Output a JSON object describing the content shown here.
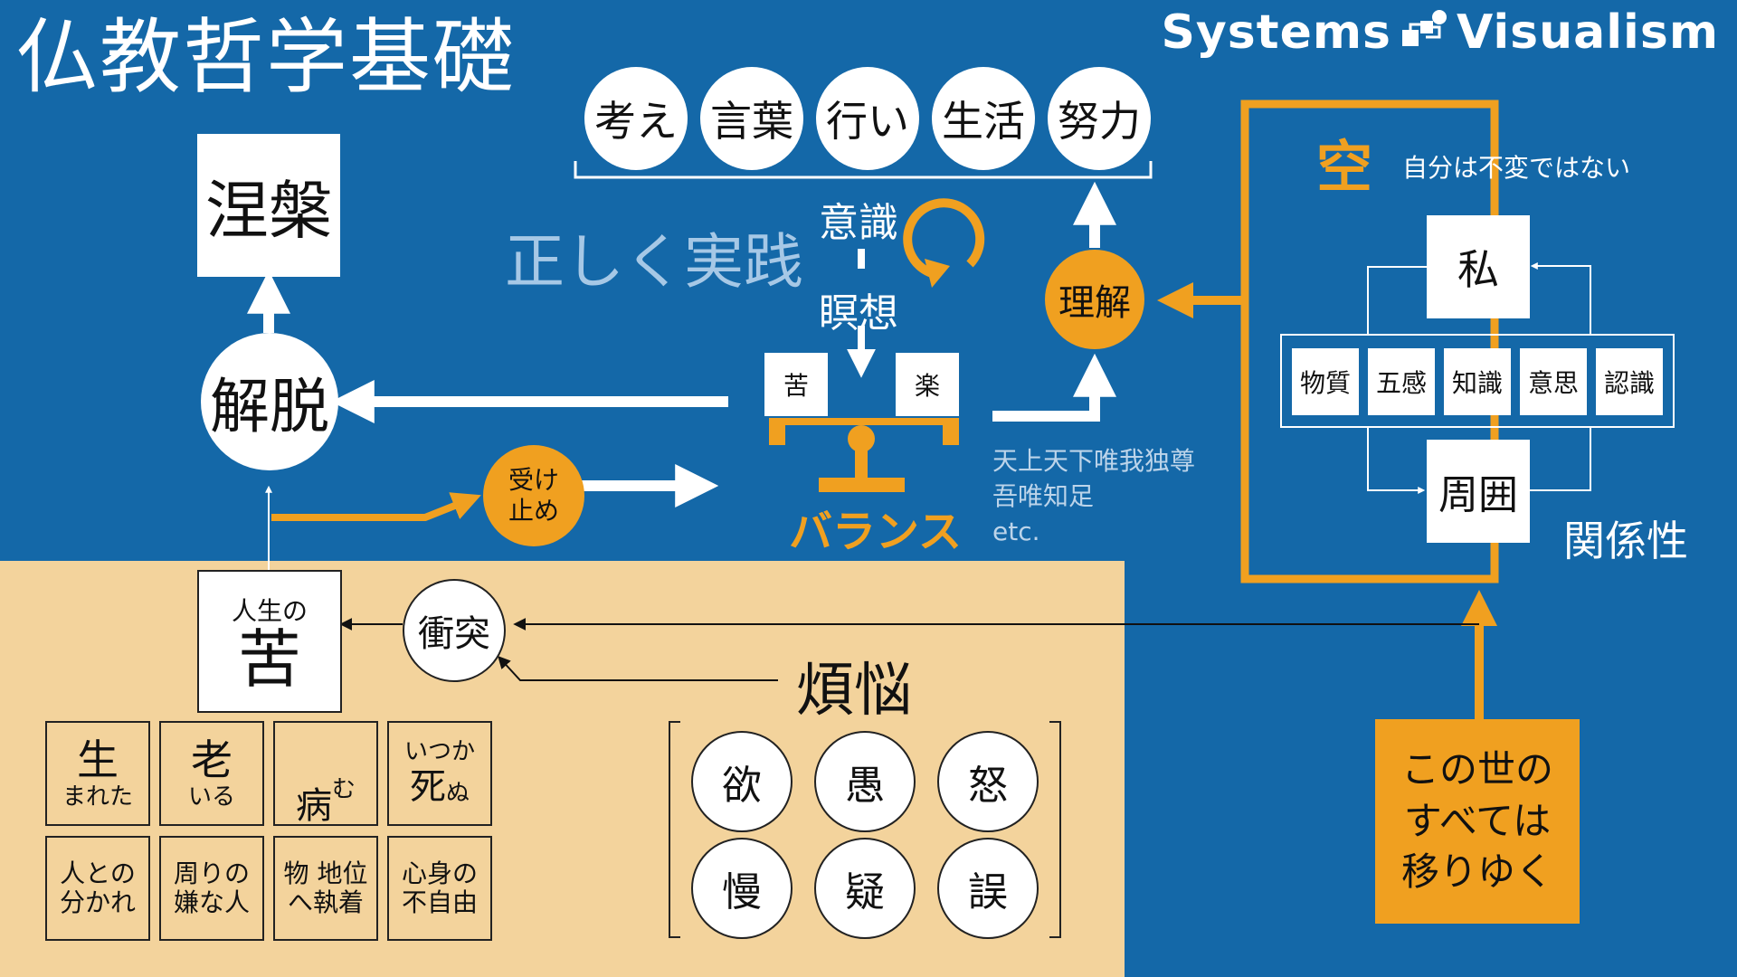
{
  "title": "仏教哲学基礎",
  "brand": {
    "left": "Systems",
    "right": "Visualism"
  },
  "practice": {
    "circles": [
      "考え",
      "言葉",
      "行い",
      "生活",
      "努力"
    ],
    "heading": "正しく実践",
    "awareness": "意識",
    "meditation": "瞑想"
  },
  "balance": {
    "suffering": "苦",
    "pleasure": "楽",
    "label": "バランス"
  },
  "nirvana": "涅槃",
  "liberation": "解脱",
  "acceptance": "受け\n止め",
  "understanding": "理解",
  "sayings": [
    "天上天下唯我独尊",
    "吾唯知足",
    "etc."
  ],
  "emptiness": {
    "title": "空",
    "subtitle": "自分は不変ではない",
    "self": "私",
    "elements": [
      "物質",
      "五感",
      "知識",
      "意思",
      "認識"
    ],
    "surroundings": "周囲",
    "relation": "関係性"
  },
  "impermanence": "この世の\nすべては\n移りゆく",
  "life_suffering": {
    "small": "人生の",
    "big": "苦"
  },
  "conflict": "衝突",
  "passions": {
    "label": "煩悩",
    "items": [
      "欲",
      "愚",
      "怒",
      "慢",
      "疑",
      "誤"
    ]
  },
  "sufferings": [
    {
      "big": "生",
      "small": "まれた"
    },
    {
      "big": "老",
      "small": "いる"
    },
    {
      "big": "病",
      "small": "む"
    },
    {
      "big": "死",
      "small": "ぬ",
      "top": "いつか"
    },
    {
      "line1": "人との",
      "line2": "分かれ"
    },
    {
      "line1": "周りの",
      "line2": "嫌な人"
    },
    {
      "line1": "物 地位",
      "line2": "へ執着"
    },
    {
      "line1": "心身の",
      "line2": "不自由"
    }
  ],
  "colors": {
    "background": "#1468a8",
    "accent": "#f0a020",
    "panel": "#f3d39c"
  }
}
